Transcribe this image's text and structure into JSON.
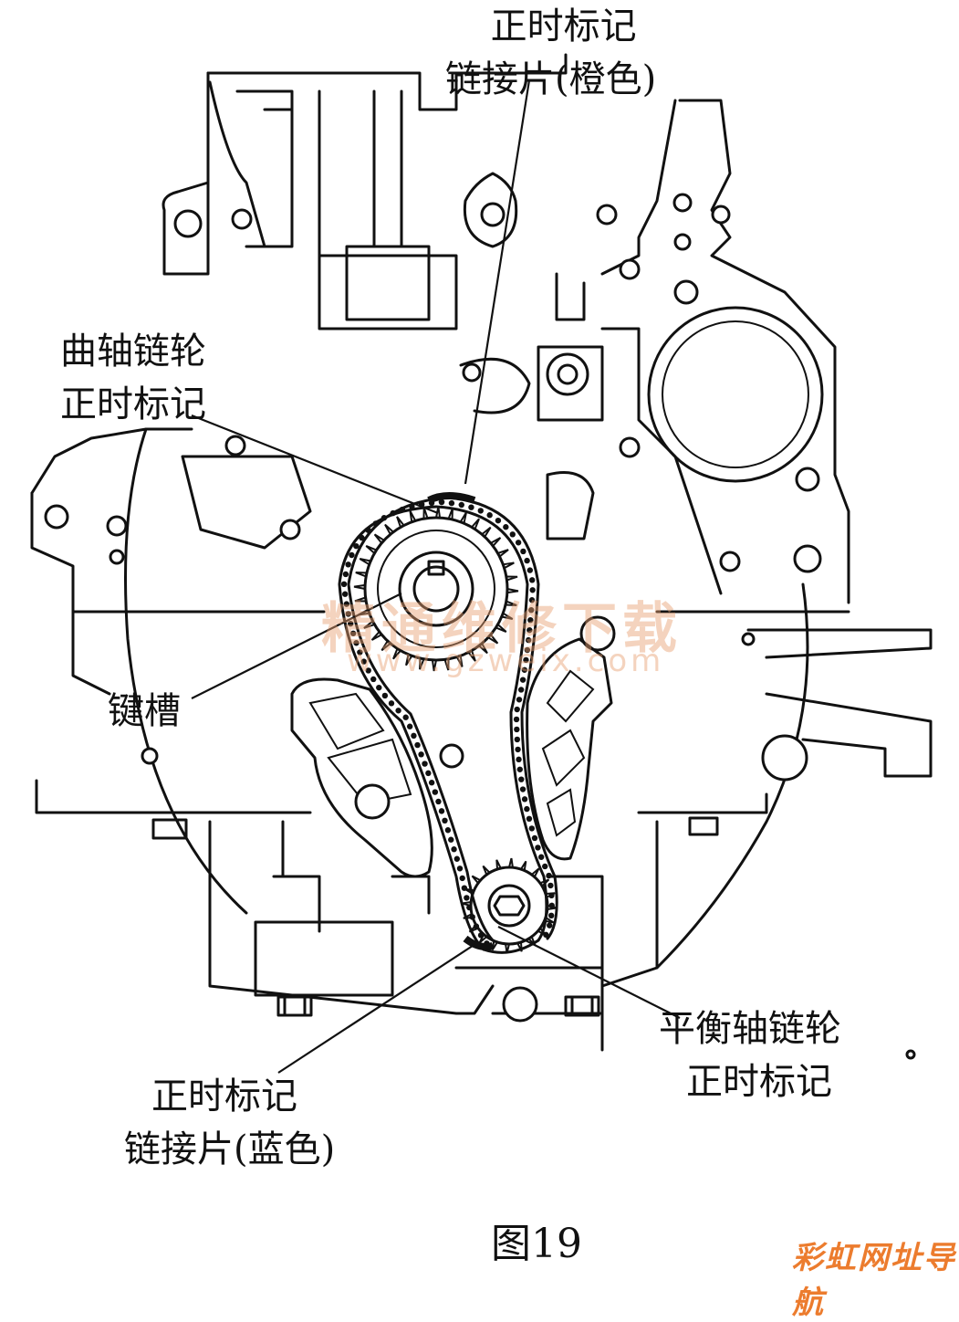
{
  "labels": {
    "orange_link_line1": "正时标记",
    "orange_link_line2": "链接片(橙色)",
    "crank_sprocket_line1": "曲轴链轮",
    "crank_sprocket_line2": "正时标记",
    "keyway": "键槽",
    "balance_shaft_line1": "平衡轴链轮",
    "balance_shaft_line2": "正时标记",
    "blue_link_line1": "正时标记",
    "blue_link_line2": "链接片(蓝色)"
  },
  "caption": "图19",
  "watermark": {
    "chinese": "精通维修下载",
    "url": "www.gzweix.com",
    "corner": "彩虹网址导航"
  },
  "colors": {
    "line": "#111111",
    "watermark": "#e8a070",
    "corner_logo": "#ec7c2e"
  }
}
